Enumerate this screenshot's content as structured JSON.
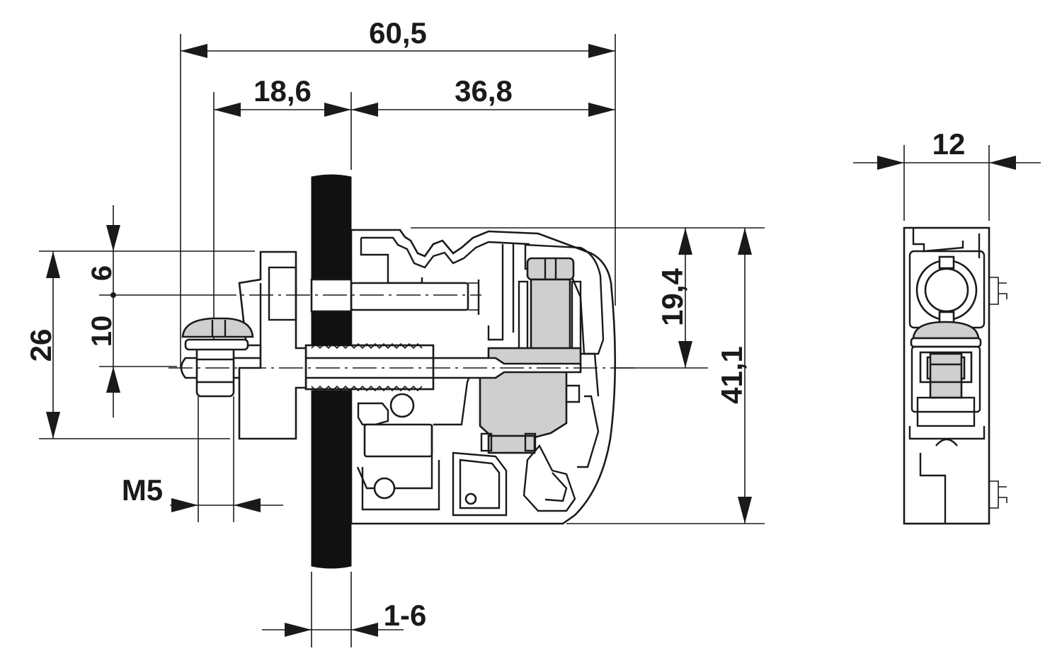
{
  "dimensions": {
    "overall_depth": "60,5",
    "front_depth": "18,6",
    "rear_depth": "36,8",
    "width": "12",
    "upper_height": "19,4",
    "total_height": "41,1",
    "mount_height": "26",
    "offset_upper": "6",
    "offset_lower": "10",
    "thread": "M5",
    "panel_thickness": "1-6"
  },
  "colors": {
    "line": "#1a1a1a",
    "panel": "#111111",
    "shaded_part": "#cfcfcf",
    "background": "#ffffff"
  }
}
